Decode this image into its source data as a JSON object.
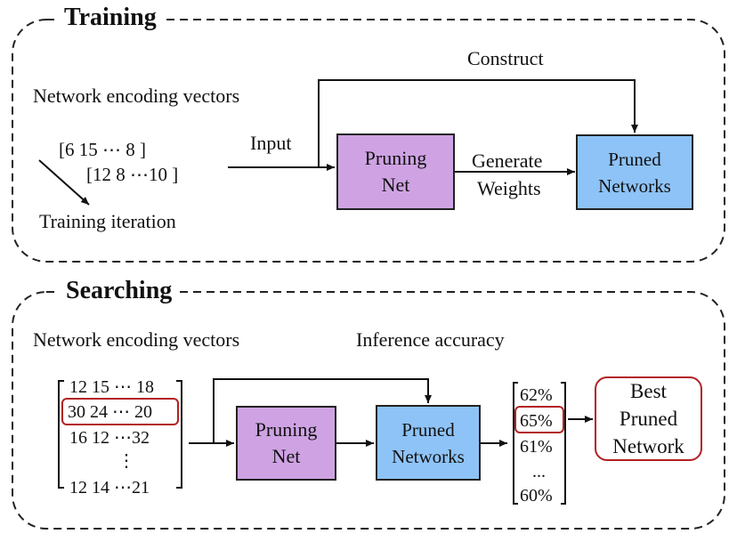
{
  "training": {
    "title": "Training",
    "construct_label": "Construct",
    "encoding_label": "Network encoding vectors",
    "vector_1": "[6  15  ⋯  8 ]",
    "vector_2": "[12  8  ⋯10 ]",
    "iteration_label": "Training iteration",
    "input_label": "Input",
    "pruning_net": [
      "Pruning",
      "Net"
    ],
    "generate_label": "Generate",
    "weights_label": "Weights",
    "pruned_networks": [
      "Pruned",
      "Networks"
    ]
  },
  "searching": {
    "title": "Searching",
    "encoding_label": "Network encoding vectors",
    "inference_label": "Inference accuracy",
    "matrix_rows": [
      "12  15 ⋯ 18",
      "30  24 ⋯  20",
      "16  12  ⋯32",
      "⋮",
      "12  14  ⋯21"
    ],
    "pruning_net": [
      "Pruning",
      "Net"
    ],
    "pruned_networks": [
      "Pruned",
      "Networks"
    ],
    "accuracies": [
      "62%",
      "65%",
      "61%",
      "...",
      "60%"
    ],
    "best": [
      "Best",
      "Pruned",
      "Network"
    ]
  },
  "colors": {
    "pruning_net_fill": "#cfa3e3",
    "pruned_networks_fill": "#8ec3f7",
    "highlight": "#b22222"
  }
}
